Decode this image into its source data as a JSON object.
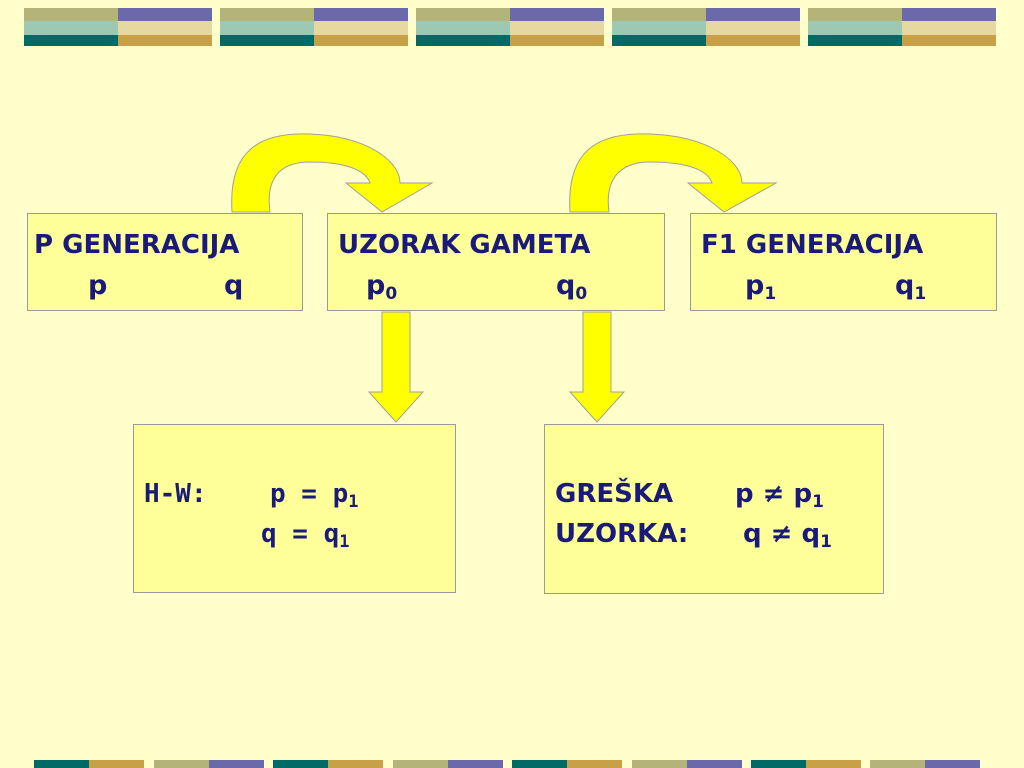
{
  "boxes": {
    "p_gen": {
      "title": "P GENERACIJA",
      "p": "p",
      "q": "q"
    },
    "gamete": {
      "title": "UZORAK GAMETA",
      "p": "p",
      "p_sub": "0",
      "q": "q",
      "q_sub": "0"
    },
    "f1_gen": {
      "title": "F1 GENERACIJA",
      "p": "p",
      "p_sub": "1",
      "q": "q",
      "q_sub": "1"
    },
    "hw": {
      "label": "H-W:",
      "line1_left": "p = p",
      "line1_sub": "1",
      "line2_left": "q = q",
      "line2_sub": "1"
    },
    "error": {
      "label_line1": "GREŠKA",
      "label_line2": "UZORKA:",
      "line1_left": "p ≠ p",
      "line1_sub": "1",
      "line2_left": "q ≠ q",
      "line2_sub": "1"
    }
  },
  "colors": {
    "background": "#FFFFCC",
    "box_fill": "#FFFF99",
    "arrow_fill": "#FFFF00",
    "text": "#1A1A7A",
    "deco_teal": "#006B66",
    "deco_gold": "#C8A048",
    "deco_purple": "#6A6AAA",
    "deco_olive": "#B4B47A"
  }
}
